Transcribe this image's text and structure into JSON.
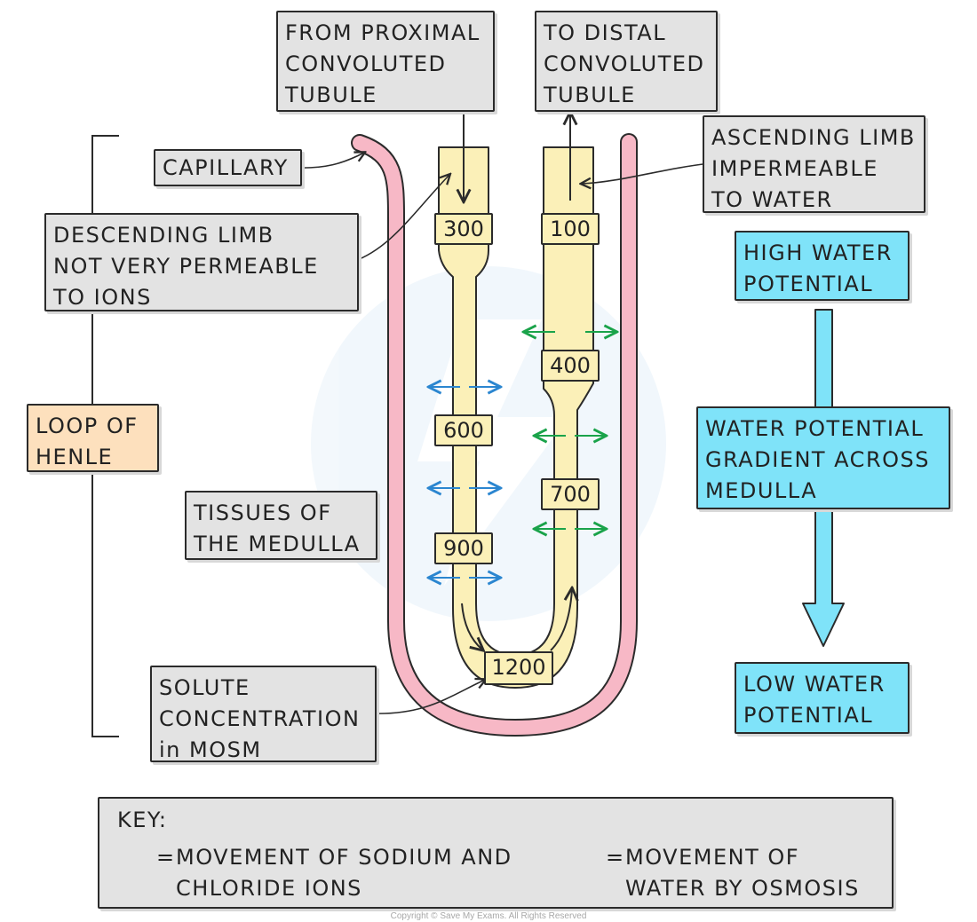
{
  "labels": {
    "from_proximal": "FROM PROXIMAL\nCONVOLUTED\nTUBULE",
    "to_distal": "TO DISTAL\nCONVOLUTED\nTUBULE",
    "ascending_limb": "ASCENDING LIMB\nIMPERMEABLE\nTO WATER",
    "capillary": "CAPILLARY",
    "descending_limb": "DESCENDING LIMB\nNOT VERY PERMEABLE\nTO IONS",
    "loop_of_henle": "LOOP OF\nHENLE",
    "tissues_of_medulla": "TISSUES OF\nTHE MEDULLA",
    "solute_concentration": "SOLUTE\nCONCENTRATION\nin MOSM",
    "high_water_potential": "HIGH WATER\nPOTENTIAL",
    "water_potential_gradient": "WATER POTENTIAL\nGRADIENT ACROSS\nMEDULLA",
    "low_water_potential": "LOW WATER\nPOTENTIAL"
  },
  "concentrations": {
    "descending": [
      "300",
      "600",
      "900"
    ],
    "bottom": "1200",
    "ascending": [
      "100",
      "400",
      "700"
    ]
  },
  "key": {
    "title": "KEY:",
    "equals": "=",
    "sodium_chloride": "MOVEMENT OF SODIUM AND\nCHLORIDE IONS",
    "water_osmosis": "MOVEMENT OF\nWATER BY OSMOSIS"
  },
  "copyright": "Copyright © Save My Exams. All Rights Reserved",
  "colors": {
    "ion_arrow": "#1aa34a",
    "water_arrow": "#2b86d0",
    "capillary": "#f7b8c6",
    "tubule": "#fbf0b8",
    "blue_box": "#7fe3f9",
    "grey_box": "#e3e3e3",
    "orange_box": "#fde0bd"
  }
}
